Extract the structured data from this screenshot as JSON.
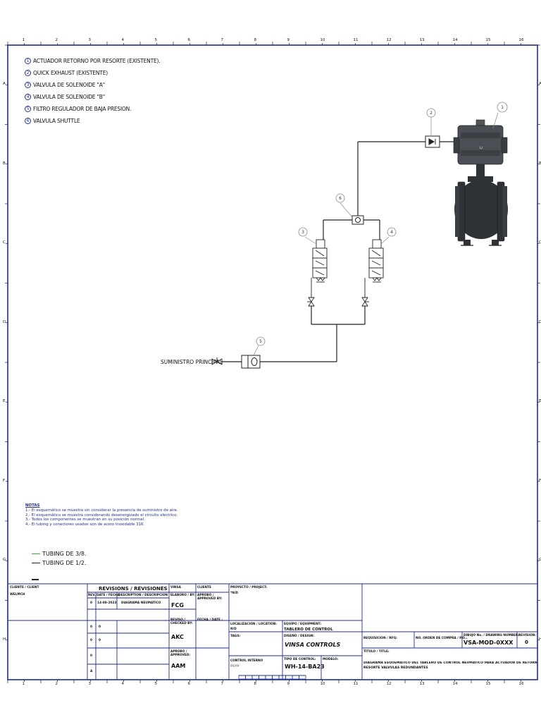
{
  "legend": [
    {
      "num": "1",
      "text": "ACTUADOR RETORNO POR RESORTE (EXISTENTE)."
    },
    {
      "num": "2",
      "text": "QUICK EXHAUST (EXISTENTE)"
    },
    {
      "num": "3",
      "text": "VALVULA DE SOLENOIDE \"A\""
    },
    {
      "num": "4",
      "text": "VALVULA DE SOLENOIDE \"B\""
    },
    {
      "num": "5",
      "text": "FILTRO REGULADOR DE BAJA PRESION."
    },
    {
      "num": "6",
      "text": "VALVULA SHUTTLE"
    }
  ],
  "callouts": {
    "c1": "1",
    "c2": "2",
    "c3": "3",
    "c4": "4",
    "c5": "5",
    "c6": "6"
  },
  "supply_label": "SUMINISTRO PRINCIPAL",
  "notes": {
    "title": "NOTAS",
    "lines": [
      "1.- El esquemático se muestra sin considerar la presencia de suministro de aire.",
      "2.- El esquemático se muestra considerando desenergizado el circuito eléctrico.",
      "3.- Todos los componentes se muestran en su posición normal.",
      "4.- El tubing y conectores usados son de acero inoxidable 316."
    ]
  },
  "tubing": [
    {
      "label": "TUBING DE 3/8.",
      "color": "#3aaa3a"
    },
    {
      "label": "TUBING DE 1/2.",
      "color": "#222222"
    }
  ],
  "columns": [
    "1",
    "2",
    "3",
    "4",
    "5",
    "6",
    "7",
    "8",
    "9",
    "10",
    "11",
    "12",
    "13",
    "14",
    "15",
    "16"
  ],
  "rows": [
    "A",
    "B",
    "C",
    "D",
    "E",
    "F",
    "G",
    "H"
  ],
  "title_block": {
    "client_label": "CLIENTE / CLIENT",
    "client_value": "WELMCH",
    "revisions_header": "REVISIONS / REVISIONES",
    "rev_col": "REV.",
    "date_col": "DATE / FECHA",
    "desc_col": "DESCRIPTION / DESCRIPCION",
    "rev_rows": [
      {
        "rev": "0",
        "date": "14-08-2023",
        "desc": "DIAGRAMA NEUMATICO"
      },
      {
        "rev": "0",
        "date": "0",
        "desc": ""
      },
      {
        "rev": "0",
        "date": "0",
        "desc": ""
      },
      {
        "rev": "0",
        "date": "",
        "desc": ""
      },
      {
        "rev": "A",
        "date": "",
        "desc": ""
      }
    ],
    "vinsa_label": "VINSA",
    "cliente_label": "CLIENTE",
    "elaboro_label": "ELABORO / BY:",
    "aprobo_label": "APROBO / APPROVED BY:",
    "elaboro_value": "FCG",
    "reviso_label": "REVISO / CHECKED BY:",
    "fecha_label": "FECHA / DATE :",
    "reviso_value": "AKC",
    "aprobo2_label": "APROBO / APPROVED:",
    "aprobo2_value": "AAM",
    "project_label": "PROYECTO / PROJECT:",
    "project_value": "*N/D",
    "location_label": "LOCALIZACION / LOCATION:",
    "location_value": "N/D",
    "equipment_label": "EQUIPO / EQUIPMENT:",
    "equipment_value": "TABLERO DE CONTROL",
    "tags_label": "TAGS:",
    "design_label": "DISEÑO / DESIGN:",
    "design_value": "VINSA CONTROLS",
    "control_label": "CONTROL INTERNO",
    "control_value": "PSYP",
    "type_label": "TIPO DE CONTROL:",
    "type_value": "WH-14-BA23",
    "model_label": "MODELO:",
    "req_label": "REQUISICION / RFQ:",
    "po_label": "NO. ORDEN DE COMPRA / P.O.:",
    "drawing_label": "DIBUJO No. / DRAWING NUMBER:",
    "drawing_value": "VSA-MOD-0XXX",
    "revision_label": "REVISION:",
    "revision_value": "0",
    "title_label": "TITULO / TITLE:",
    "title_value1": "DIAGRAMA ESQUEMATICO DEL TABLERO DE CONTROL NEUMATICO PARA ACTUADOR DE RETORNO POR",
    "title_value2": "RESORTE VALVULAS REDUNDANTES"
  },
  "colors": {
    "frame": "#1f2d8f",
    "pipe": "#222222",
    "actuator": "#4a4f55",
    "valve_body": "#2f3338",
    "callout": "#888888"
  }
}
